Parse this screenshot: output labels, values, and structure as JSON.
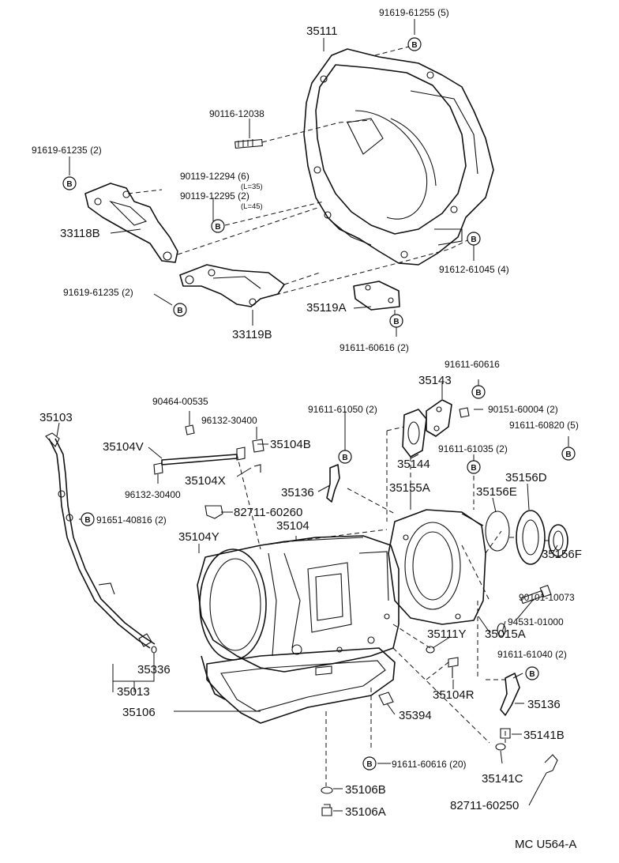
{
  "labels": {
    "p35111": "35111",
    "p91619_61255": "91619-61255 (5)",
    "p90116_12038": "90116-12038",
    "p91619_61235_top": "91619-61235 (2)",
    "p90119_12294": "90119-12294 (6)",
    "p90119_12294_len": "(L=35)",
    "p90119_12295": "90119-12295 (2)",
    "p90119_12295_len": "(L=45)",
    "p33118B": "33118B",
    "p91612_61045": "91612-61045 (4)",
    "p91619_61235_mid": "91619-61235 (2)",
    "p35119A": "35119A",
    "p33119B": "33119B",
    "p91611_60616_2": "91611-60616 (2)",
    "p91611_60616": "91611-60616",
    "p35143": "35143",
    "p90464_00535": "90464-00535",
    "p96132_30400_top": "96132-30400",
    "p91611_61050": "91611-61050 (2)",
    "p90151_60004": "90151-60004 (2)",
    "p35103": "35103",
    "p35104V": "35104V",
    "p35104B": "35104B",
    "p91611_60820": "91611-60820 (5)",
    "p35144": "35144",
    "p91611_61035": "91611-61035 (2)",
    "p96132_30400_bot": "96132-30400",
    "p35104X": "35104X",
    "p35136_top": "35136",
    "p35156D": "35156D",
    "p35155A": "35155A",
    "p35156E": "35156E",
    "p91651_40816": "91651-40816 (2)",
    "p82711_60260": "82711-60260",
    "p35104": "35104",
    "p35104Y": "35104Y",
    "p35156F": "35156F",
    "p90101_10073": "90101-10073",
    "p94531_01000": "94531-01000",
    "p35015A": "35015A",
    "p35111Y": "35111Y",
    "p91611_61040": "91611-61040 (2)",
    "p35336": "35336",
    "p35013": "35013",
    "p35104R": "35104R",
    "p35136_bot": "35136",
    "p35106": "35106",
    "p35394": "35394",
    "p35141B": "35141B",
    "p91611_60616_20": "91611-60616 (20)",
    "p35141C": "35141C",
    "p35106B": "35106B",
    "p82711_60250": "82711-60250",
    "p35106A": "35106A",
    "figure_code": "MC U564-A"
  },
  "bolt_marker": "B"
}
